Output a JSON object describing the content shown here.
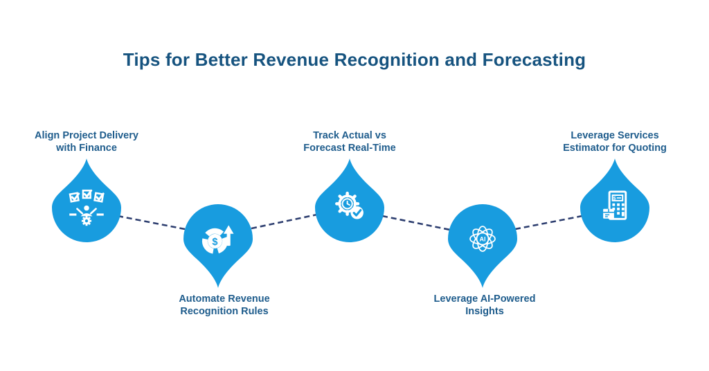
{
  "title": "Tips for Better Revenue Recognition and Forecasting",
  "steps": [
    {
      "label": "Align Project Delivery\nwith Finance",
      "icon": "team-checklist-gear-icon",
      "marker_shape": "drop-point-up",
      "label_position": "above"
    },
    {
      "label": "Automate Revenue\nRecognition Rules",
      "icon": "revenue-cycle-arrow-icon",
      "marker_shape": "pin-point-down",
      "label_position": "below"
    },
    {
      "label": "Track Actual vs\nForecast Real-Time",
      "icon": "gear-clock-check-icon",
      "marker_shape": "drop-point-up",
      "label_position": "above"
    },
    {
      "label": "Leverage AI-Powered\nInsights",
      "icon": "ai-atom-icon",
      "marker_shape": "pin-point-down",
      "label_position": "below"
    },
    {
      "label": "Leverage Services\nEstimator for Quoting",
      "icon": "calculator-package-icon",
      "marker_shape": "drop-point-up",
      "label_position": "above"
    }
  ],
  "icons": {
    "ai_text": "AI",
    "currency_symbol": "$"
  },
  "colors": {
    "marker_blue": "#189CDF",
    "title_text": "#16537F",
    "label_text": "#1E5C8C",
    "connector_navy": "#2D3E6F",
    "icon_foreground": "#FFFFFF",
    "background": "#FFFFFF"
  }
}
